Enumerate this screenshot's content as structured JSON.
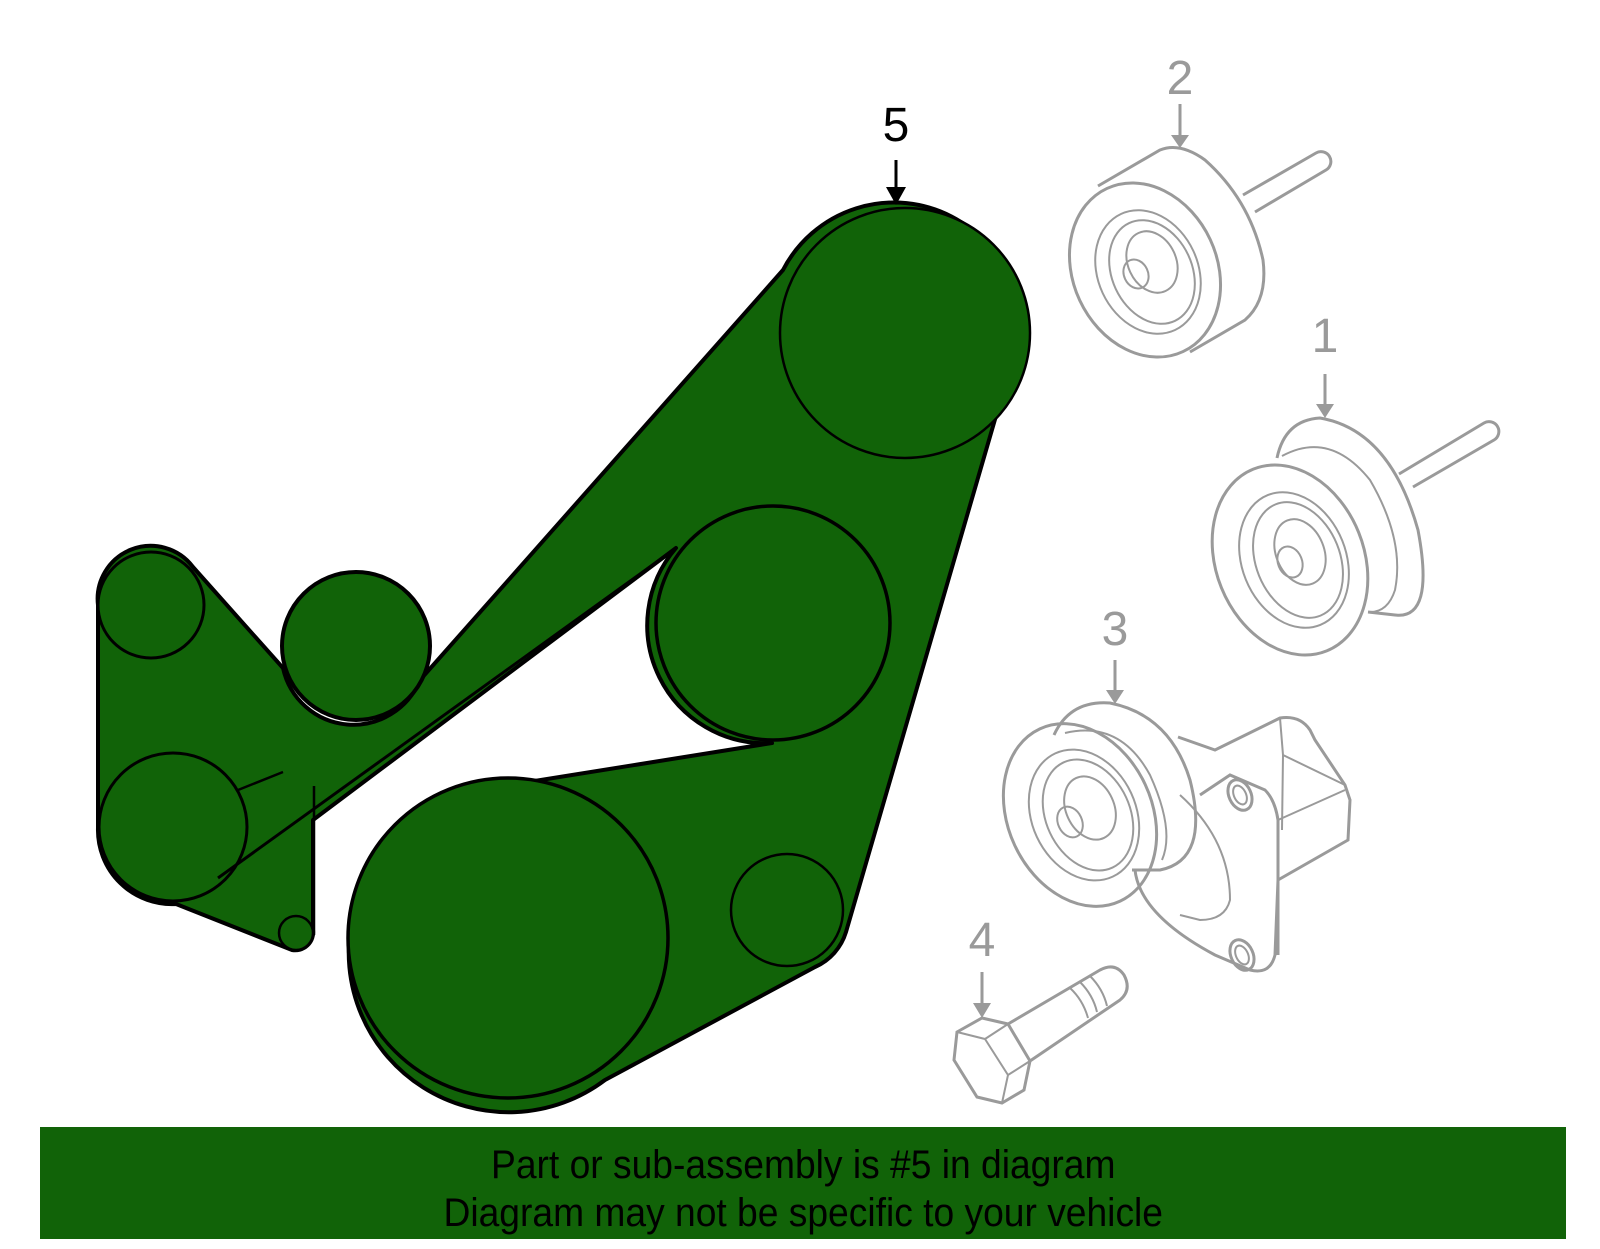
{
  "diagram": {
    "highlighted_part": "5",
    "colors": {
      "highlight_fill": "#116308",
      "highlight_stroke": "#000000",
      "other_parts_stroke": "#9a9a9a",
      "background": "#ffffff"
    },
    "callouts": [
      {
        "number": "5",
        "part": "serpentine-belt",
        "highlighted": true
      },
      {
        "number": "2",
        "part": "idler-pulley",
        "highlighted": false
      },
      {
        "number": "1",
        "part": "idler-pulley-grooved",
        "highlighted": false
      },
      {
        "number": "3",
        "part": "belt-tensioner",
        "highlighted": false
      },
      {
        "number": "4",
        "part": "bolt",
        "highlighted": false
      }
    ]
  },
  "banner": {
    "line1": "Part or sub-assembly is #5 in diagram",
    "line2": "Diagram may not be specific to your vehicle"
  }
}
